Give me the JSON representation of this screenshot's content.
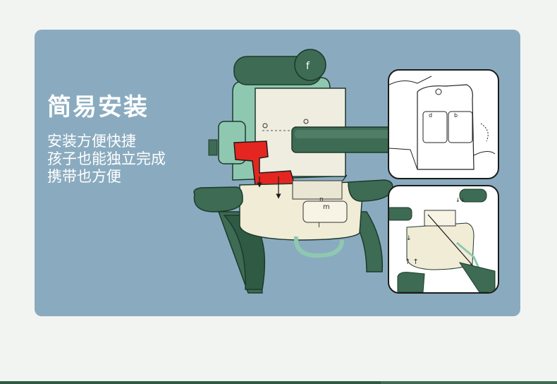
{
  "heading": "简易安装",
  "description": [
    "安装方便快捷",
    "孩子也能独立完成",
    "携带也方便"
  ],
  "colors": {
    "card_bg": "#8aabbf",
    "chair_green": "#3d6b53",
    "mint": "#8fc8b0",
    "cream": "#f1ecd6",
    "highlight_red": "#e52620",
    "text": "#ffffff"
  }
}
